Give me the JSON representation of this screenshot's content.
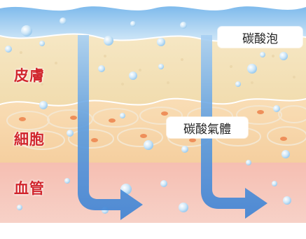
{
  "labels": {
    "foam": "碳酸泡",
    "gas": "碳酸氣體",
    "skin": "皮膚",
    "cells": "細胞",
    "vessels": "血管"
  },
  "colors": {
    "label_red": "#d1262d",
    "arrow_blue": "#4a8fdc",
    "foam_blue": "#8fc3ec",
    "skin_tan": "#f3dfb4",
    "cell_orange": "#f2b27a",
    "vessel_pink": "#f4b3a4"
  },
  "icons": [
    "down-right-arrow-icon",
    "down-right-arrow-icon"
  ]
}
